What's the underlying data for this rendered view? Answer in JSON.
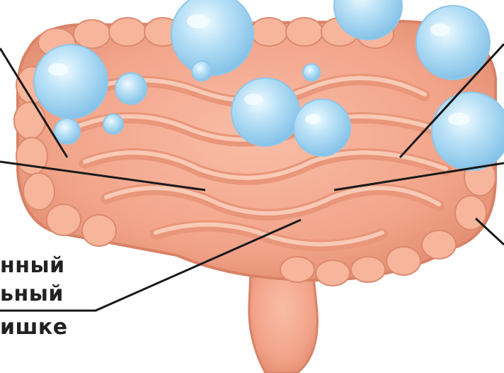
{
  "labels": {
    "line1": "нный",
    "line2": "ьный",
    "line3": "ишке"
  },
  "colors": {
    "intestine_fill": "#f4a98f",
    "intestine_dark": "#d98266",
    "intestine_light": "#fbd0bd",
    "bubble_fill": "#a9d8f3",
    "bubble_highlight": "#e8f6ff",
    "pointer_line": "#1a1a1a"
  }
}
